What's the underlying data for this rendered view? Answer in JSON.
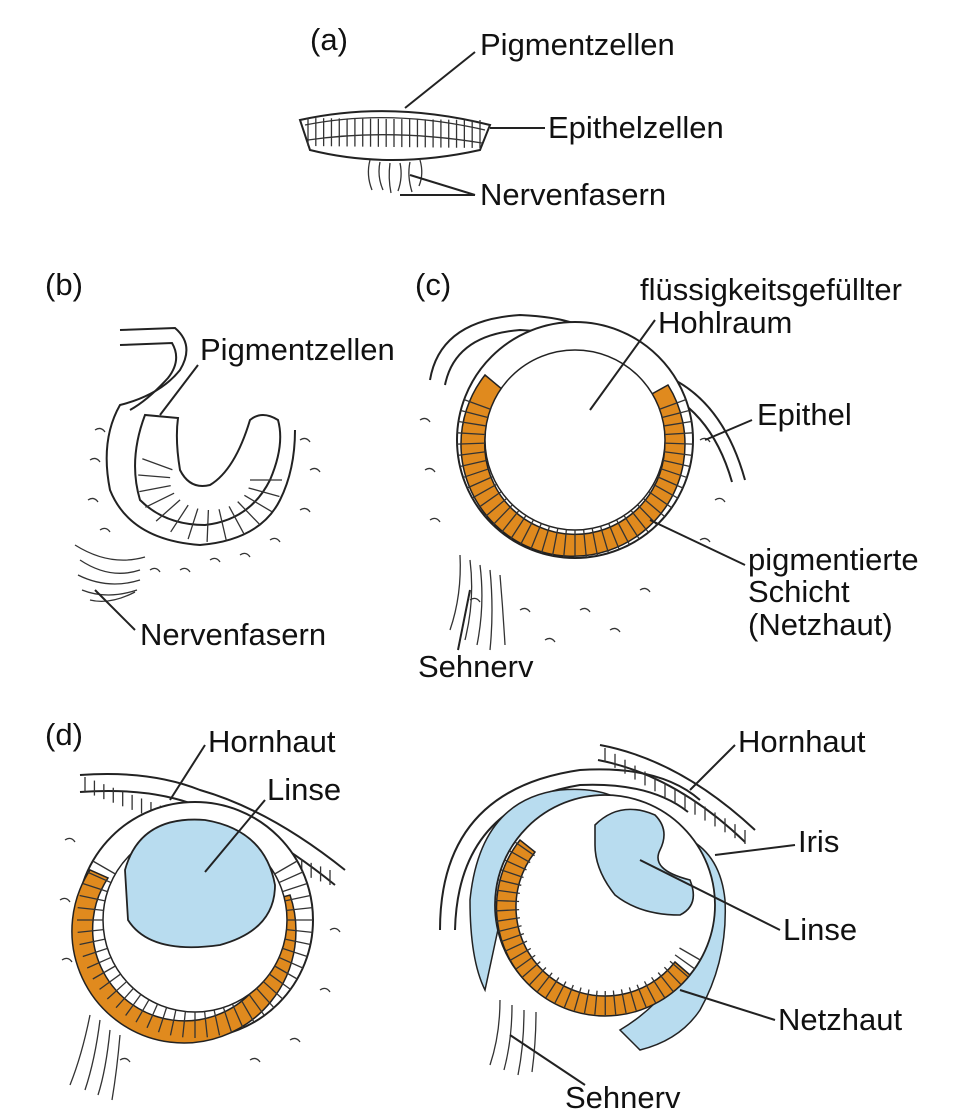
{
  "colors": {
    "pigment": "#e08a1e",
    "lens": "#b8dcef",
    "ink": "#222222",
    "background": "#ffffff"
  },
  "panels": {
    "a": {
      "letter": "(a)",
      "labels": {
        "pigment": "Pigmentzellen",
        "epithelium": "Epithelzellen",
        "nerves": "Nervenfasern"
      }
    },
    "b": {
      "letter": "(b)",
      "labels": {
        "pigment": "Pigmentzellen",
        "nerves": "Nervenfasern"
      }
    },
    "c": {
      "letter": "(c)",
      "labels": {
        "cavity_line1": "flüssigkeitsgefüllter",
        "cavity_line2": "Hohlraum",
        "epithelium": "Epithel",
        "retina_line1": "pigmentierte",
        "retina_line2": "Schicht",
        "retina_line3": "(Netzhaut)",
        "optic_nerve": "Sehnerv"
      }
    },
    "d": {
      "letter": "(d)",
      "labels": {
        "cornea": "Hornhaut",
        "lens": "Linse"
      }
    },
    "e": {
      "labels": {
        "cornea": "Hornhaut",
        "iris": "Iris",
        "lens": "Linse",
        "retina": "Netzhaut",
        "optic_nerve": "Sehnerv"
      }
    }
  }
}
